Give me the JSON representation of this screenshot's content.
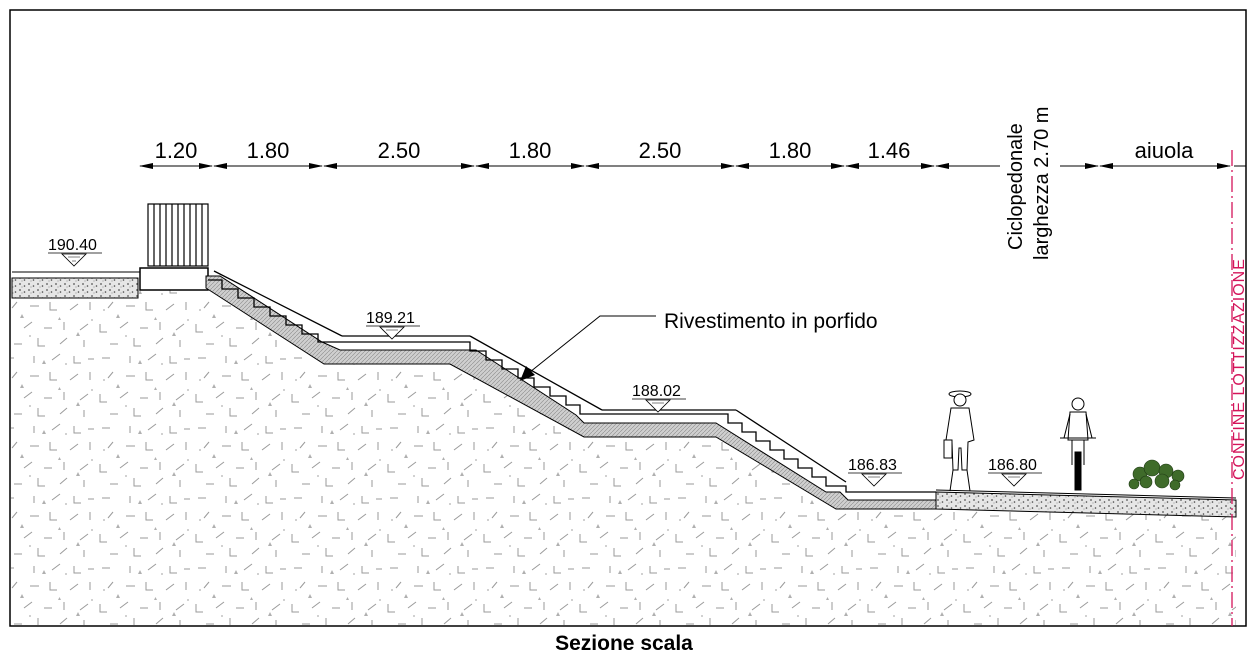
{
  "caption": "Sezione scala",
  "dimensions": [
    "1.20",
    "1.80",
    "2.50",
    "1.80",
    "2.50",
    "1.80",
    "1.46",
    "aiuola"
  ],
  "path_label": [
    "Ciclopedonale",
    "larghezza 2.70 m"
  ],
  "elevations": [
    "190.40",
    "189.21",
    "188.02",
    "186.83",
    "186.80"
  ],
  "annotation": "Rivestimento in porfido",
  "boundary_label": "CONFINE LOTTIZZAZIONE"
}
